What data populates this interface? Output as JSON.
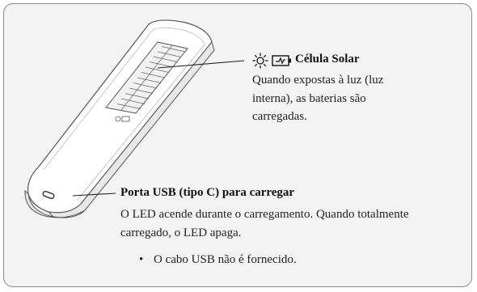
{
  "solar_callout": {
    "title": "Célula Solar",
    "description": "Quando expostas à luz (luz interna), as baterias são carregadas.",
    "icons": [
      "sun-icon",
      "battery-charging-icon"
    ]
  },
  "usb_callout": {
    "title": "Porta USB (tipo C) para carregar",
    "description": "O LED acende durante o carregamento. Quando totalmente carregado, o LED apaga.",
    "notes": [
      "O cabo USB não é fornecido."
    ]
  },
  "remote_label_icon": "solar-battery-icon"
}
